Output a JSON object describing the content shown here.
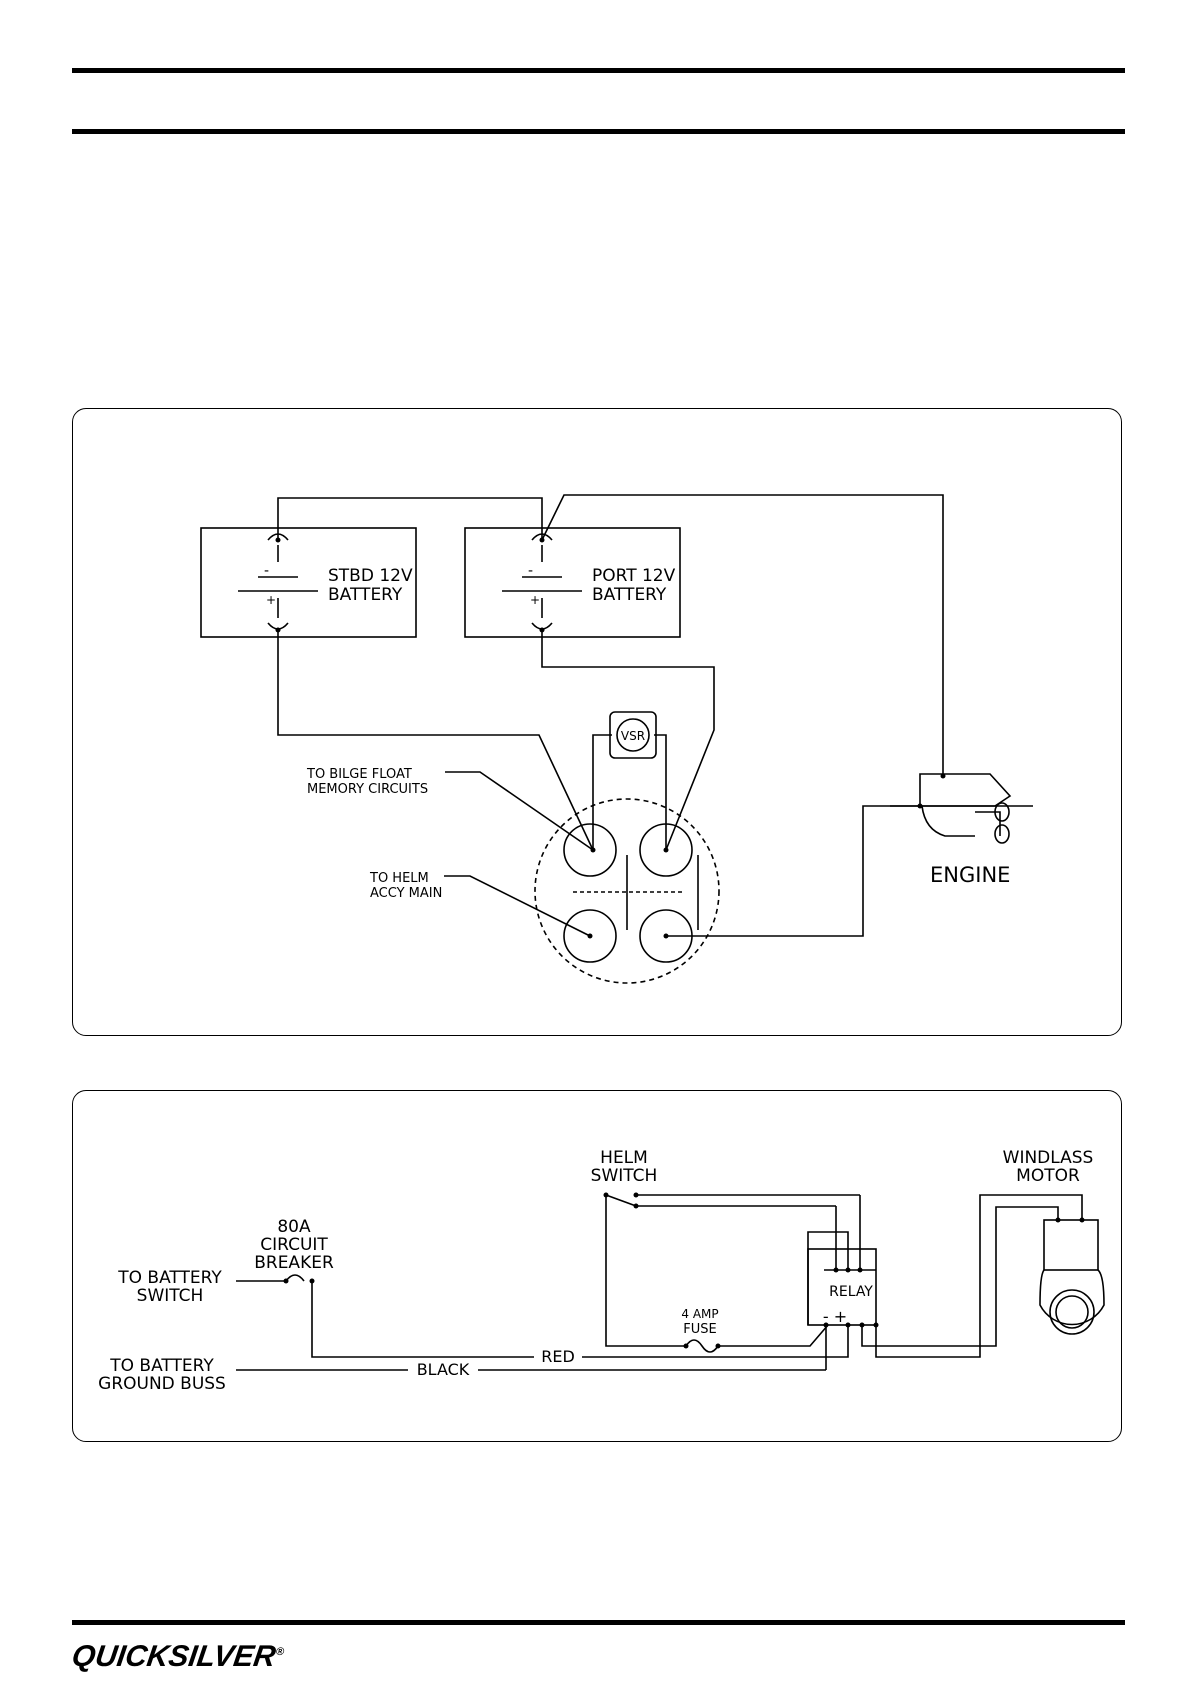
{
  "diagram1": {
    "stbd_battery_l1": "STBD 12V",
    "stbd_battery_l2": "BATTERY",
    "port_battery_l1": "PORT 12V",
    "port_battery_l2": "BATTERY",
    "minus": "-",
    "plus": "+",
    "vsr": "VSR",
    "bilge_l1": "TO BILGE FLOAT",
    "bilge_l2": "MEMORY CIRCUITS",
    "helm_l1": "TO HELM",
    "helm_l2": "ACCY MAIN",
    "engine": "ENGINE"
  },
  "diagram2": {
    "helm_switch_l1": "HELM",
    "helm_switch_l2": "SWITCH",
    "windlass_l1": "WINDLASS",
    "windlass_l2": "MOTOR",
    "breaker_l1": "80A",
    "breaker_l2": "CIRCUIT",
    "breaker_l3": "BREAKER",
    "battery_switch_l1": "TO BATTERY",
    "battery_switch_l2": "SWITCH",
    "ground_l1": "TO BATTERY",
    "ground_l2": "GROUND BUSS",
    "relay": "RELAY",
    "relay_terms": "- +",
    "fuse_l1": "4 AMP",
    "fuse_l2": "FUSE",
    "red": "RED",
    "black": "BLACK"
  },
  "footer": {
    "logo": "QUICKSILVER",
    "registered": "®"
  }
}
